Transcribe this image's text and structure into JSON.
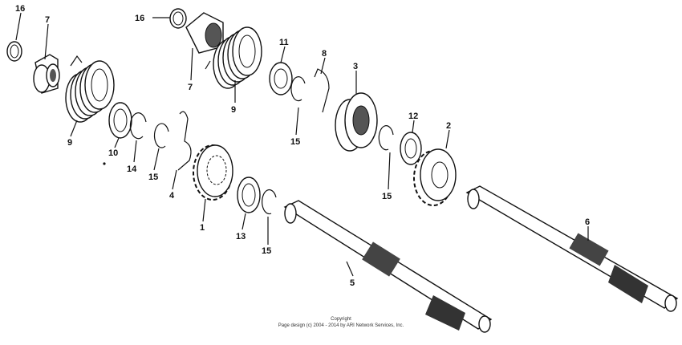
{
  "callouts": {
    "c16a": "16",
    "c7a": "7",
    "c9a": "9",
    "c10": "10",
    "c14": "14",
    "c15a": "15",
    "c4": "4",
    "c1": "1",
    "c13": "13",
    "c15b": "15",
    "c5": "5",
    "c16b": "16",
    "c7b": "7",
    "c9b": "9",
    "c11": "11",
    "c8": "8",
    "c15c": "15",
    "c3": "3",
    "c15d": "15",
    "c12": "12",
    "c2": "2",
    "c6": "6"
  },
  "copyright": {
    "line1": "Copyright",
    "line2": "Page design (c) 2004 - 2014 by ARI Network Services, Inc."
  }
}
